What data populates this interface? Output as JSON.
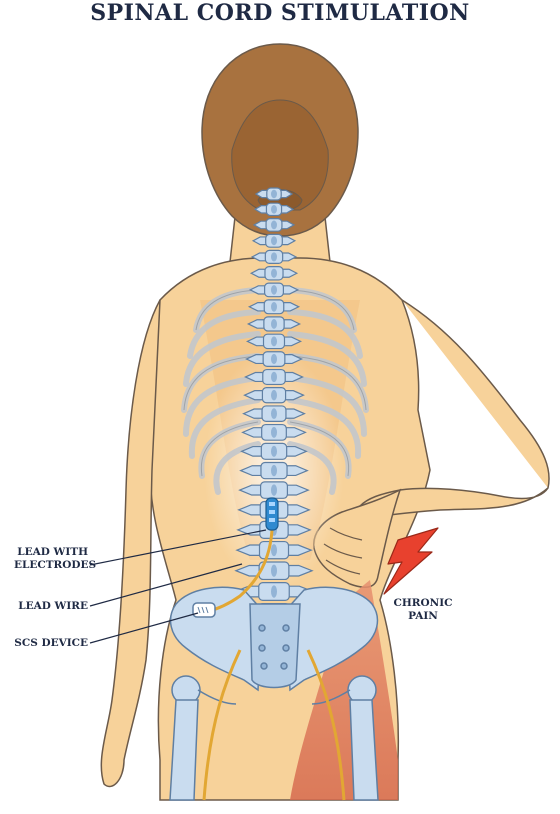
{
  "title": "SPINAL CORD STIMULATION",
  "labels": {
    "lead_with_electrodes": [
      "LEAD WITH",
      "ELECTRODES"
    ],
    "lead_wire": "LEAD WIRE",
    "scs_device": "SCS DEVICE",
    "chronic_pain": [
      "CHRONIC",
      "PAIN"
    ]
  },
  "colors": {
    "skin": "#f7d29a",
    "skin_shadow": "#f0bd7c",
    "outline": "#6b5a4a",
    "hair": "#a8723f",
    "bone": "#c9dcef",
    "bone_dark": "#93b4d6",
    "pain_area": "#d97a5c",
    "pain_bolt": "#e8412e",
    "device": "#2f8ad0",
    "wire": "#e2a733",
    "text": "#1f2a44"
  }
}
